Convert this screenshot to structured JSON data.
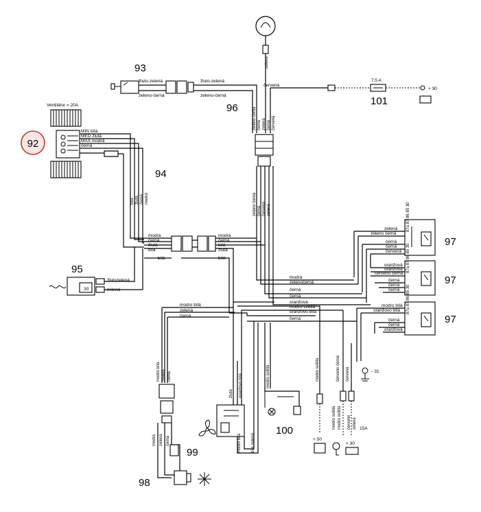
{
  "labels": {
    "c92": "92",
    "c93": "93",
    "c94": "94",
    "c95": "95",
    "c96": "96",
    "c97a": "97",
    "c97b": "97",
    "c97c": "97",
    "c98": "98",
    "c99": "99",
    "c100": "100",
    "c101": "101"
  },
  "fan": {
    "title": "Ventilátor = 20A",
    "pins": [
      "MIN bílá",
      "MED žlutá",
      "MAX modrá",
      "černá"
    ]
  },
  "switch93": {
    "a": "žluto-zelená",
    "b": "zeleno-černá"
  },
  "harness96": {
    "top": "zelená",
    "right": "žluto-zelená",
    "right2": "zeleno-černá",
    "red": "červená",
    "vert": [
      "zeleno černá",
      "černá",
      "zelená",
      "černá",
      "červená"
    ],
    "mid": [
      "zeleno černá",
      "černá",
      "červená",
      "zelená"
    ]
  },
  "fuse101": {
    "rating": "7,5 A",
    "term": "+ 30"
  },
  "harness94": {
    "vert": [
      "bílá",
      "žlutá",
      "černá",
      "modrá"
    ],
    "left": [
      "modrá",
      "černá",
      "žlutá",
      "bílá"
    ],
    "right": [
      "modrá",
      "černá",
      "bílá",
      "žlutá",
      "bílá"
    ]
  },
  "sensor95": {
    "a": "žlutozelená",
    "b": "zelená",
    "pin": "30"
  },
  "relays": {
    "r1": {
      "pins": "87a 87 86 85 30",
      "wires": [
        "zelená",
        "zeleno černá",
        "černá",
        "černá",
        "červená"
      ]
    },
    "r2": {
      "pins": "87a 87 86 85 30",
      "wires": [
        "oranžová",
        "oranžová",
        "červeno černá",
        "černá",
        "černá",
        "černá"
      ]
    },
    "r3": {
      "pins": "87a 87 86 85 30",
      "wires": [
        "modro bílá",
        "oranžovo bílá",
        "černá",
        "černá",
        "oranžová"
      ]
    }
  },
  "bus": [
    "modrá",
    "zelenočerná",
    "černá",
    "černá",
    "oranžová",
    "modro světlá",
    "oranžovo bílá",
    "černá"
  ],
  "bottom": {
    "top3": [
      "modro bílá",
      "zelená",
      "černá"
    ],
    "v98": [
      "modro bílá",
      "zelená",
      "černá"
    ],
    "v98b": [
      "modrá",
      "zelená",
      "černá"
    ],
    "v99": [
      "žlutá",
      "oranžovo bílá"
    ],
    "v99b": [
      "modro bílá",
      "bílá zelená"
    ],
    "v100": "modro světlá",
    "vs": "modro světlá",
    "vred": [
      "červeno černá",
      "červená"
    ],
    "vs2": [
      "modro světlá",
      "modro světlá"
    ],
    "vs3": [
      "červeno",
      "zelená"
    ],
    "plus50": "+ 50",
    "plus30": "+ 30",
    "f15": "15A",
    "gnd": "– 31"
  }
}
